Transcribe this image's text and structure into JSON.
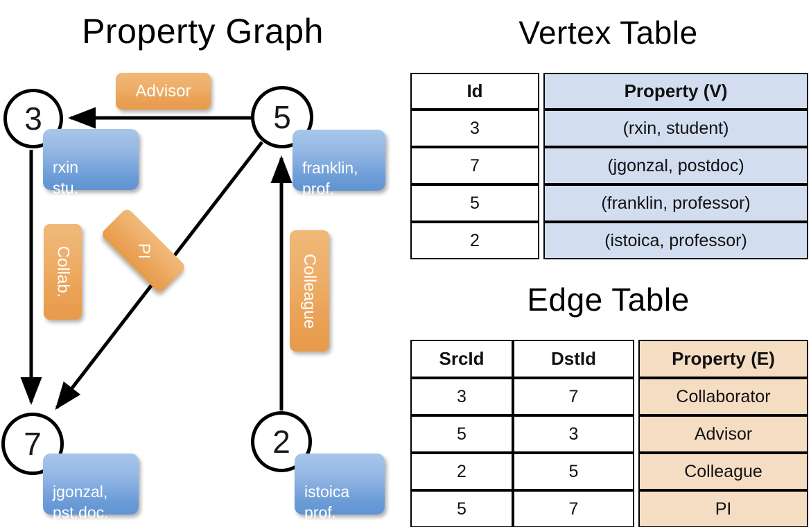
{
  "titles": {
    "graph": "Property Graph",
    "vertex_table": "Vertex Table",
    "edge_table": "Edge Table"
  },
  "colors": {
    "vertex_property_fill": "#d2ddf0",
    "edge_property_fill": "#f5ddc4",
    "node_property_box": "#6f9ed8",
    "edge_label_box": "#eeae68",
    "stroke": "#000000"
  },
  "graph": {
    "nodes": [
      {
        "id": "3",
        "property": "rxin\nstu."
      },
      {
        "id": "5",
        "property": "franklin,\nprof."
      },
      {
        "id": "7",
        "property": "jgonzal,\npst.doc."
      },
      {
        "id": "2",
        "property": "istoica\nprof."
      }
    ],
    "edge_labels": [
      {
        "name": "advisor",
        "text": "Advisor"
      },
      {
        "name": "collab",
        "text": "Collab."
      },
      {
        "name": "pi",
        "text": "PI"
      },
      {
        "name": "colleague",
        "text": "Colleague"
      }
    ],
    "edges": [
      {
        "src": "5",
        "dst": "3",
        "label": "Advisor"
      },
      {
        "src": "3",
        "dst": "7",
        "label": "Collab."
      },
      {
        "src": "5",
        "dst": "7",
        "label": "PI"
      },
      {
        "src": "2",
        "dst": "5",
        "label": "Colleague"
      }
    ]
  },
  "vertex_table": {
    "columns": [
      "Id",
      "Property (V)"
    ],
    "rows": [
      {
        "id": "3",
        "property": "(rxin, student)"
      },
      {
        "id": "7",
        "property": "(jgonzal, postdoc)"
      },
      {
        "id": "5",
        "property": "(franklin, professor)"
      },
      {
        "id": "2",
        "property": "(istoica, professor)"
      }
    ]
  },
  "edge_table": {
    "columns": [
      "SrcId",
      "DstId",
      "Property (E)"
    ],
    "rows": [
      {
        "src": "3",
        "dst": "7",
        "property": "Collaborator"
      },
      {
        "src": "5",
        "dst": "3",
        "property": "Advisor"
      },
      {
        "src": "2",
        "dst": "5",
        "property": "Colleague"
      },
      {
        "src": "5",
        "dst": "7",
        "property": "PI"
      }
    ]
  }
}
